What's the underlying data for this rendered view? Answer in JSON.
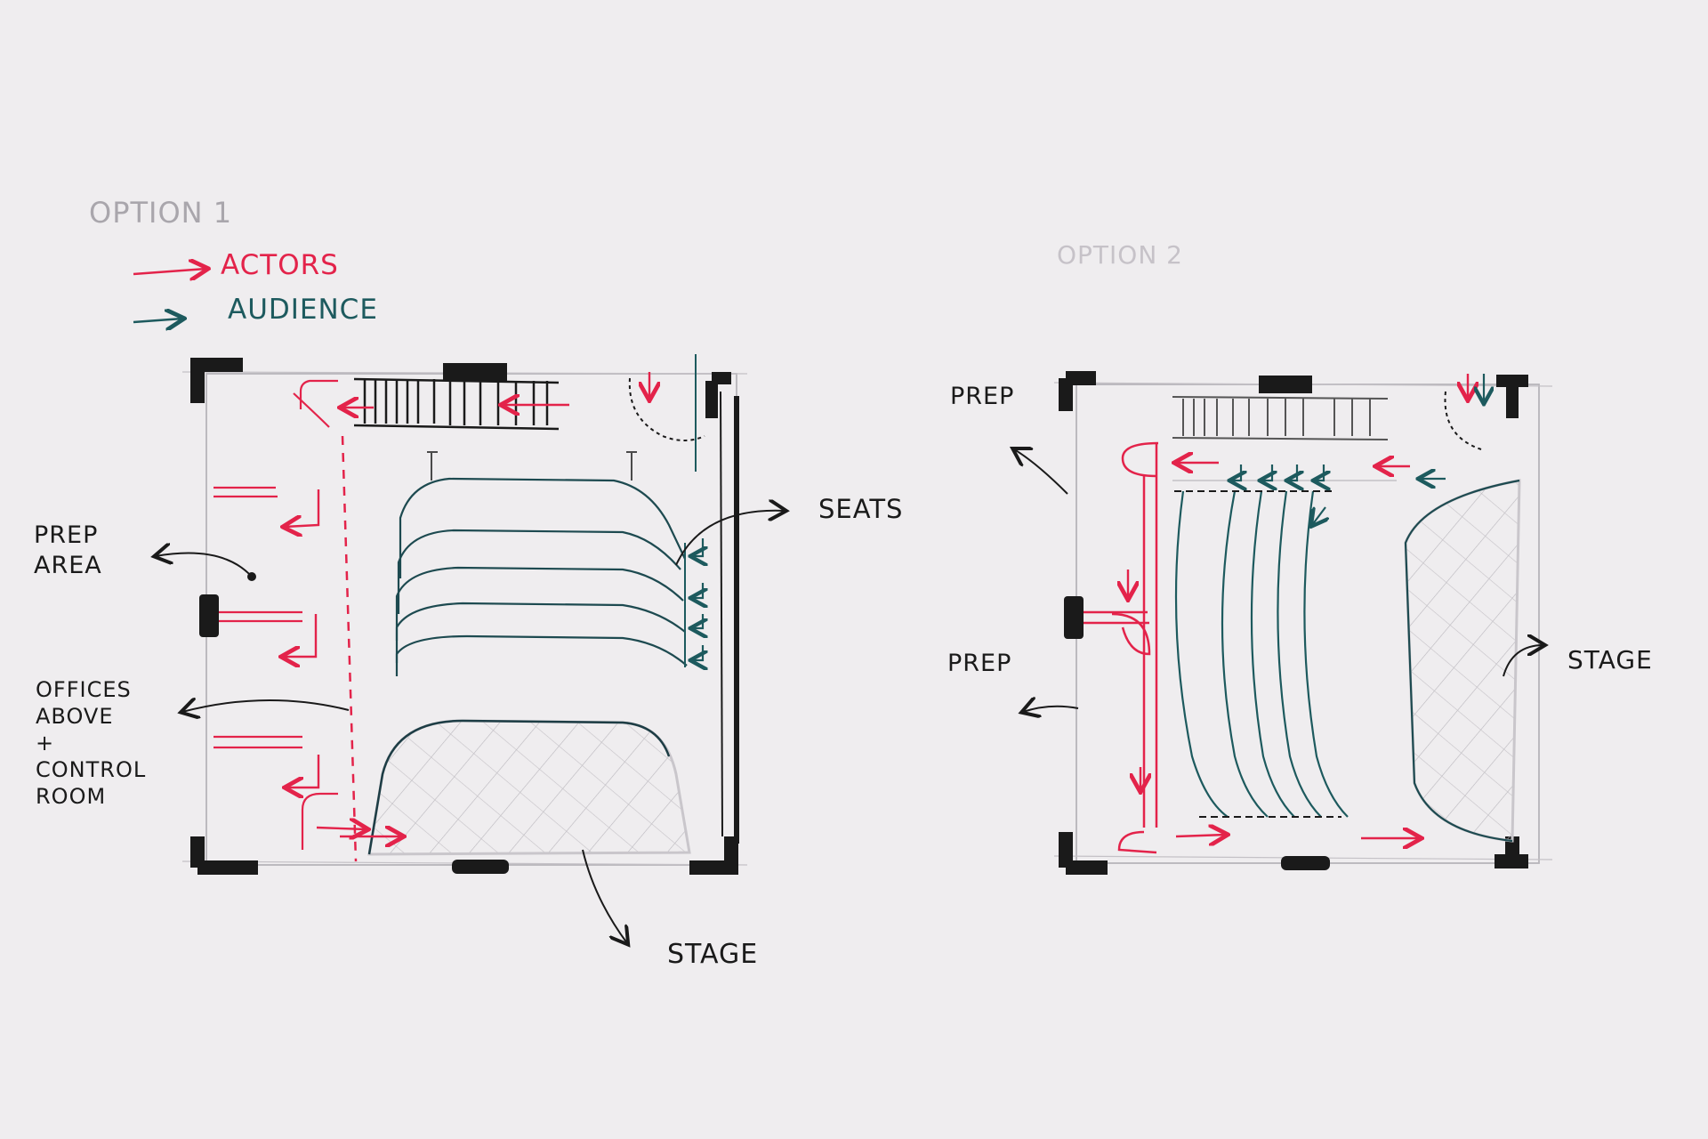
{
  "option1": {
    "title": "OPTION 1",
    "legend": {
      "actors": "ACTORS",
      "audience": "AUDIENCE"
    },
    "labels": {
      "prep_area": "PREP\nAREA",
      "offices": "OFFICES\nABOVE\n+\nCONTROL\nROOM",
      "seats": "SEATS",
      "stage": "STAGE"
    }
  },
  "option2": {
    "title": "OPTION 2",
    "labels": {
      "prep_top": "PREP",
      "prep_mid": "PREP",
      "stage": "STAGE"
    }
  },
  "colors": {
    "actors": "#e3234a",
    "audience": "#1d5a5e",
    "ink": "#1a1a1a",
    "pencil": "#b7b4ba"
  }
}
